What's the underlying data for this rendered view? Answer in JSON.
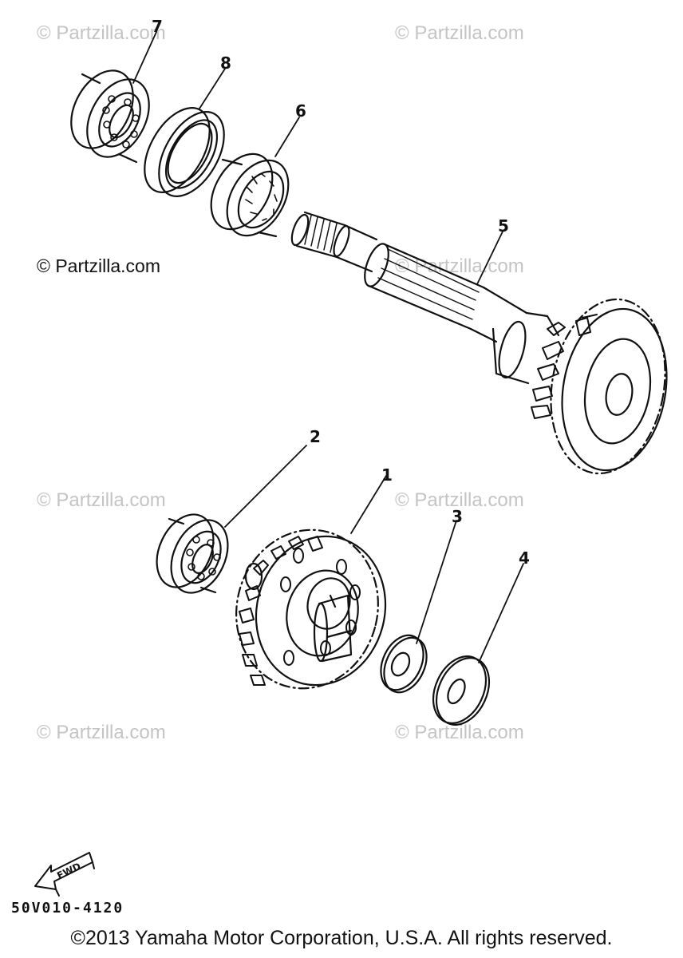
{
  "watermarks": {
    "top_left": "© Partzilla.com",
    "top_right": "© Partzilla.com",
    "upper_left_bold": "© Partzilla.com",
    "upper_mid": "© Partzilla.com",
    "mid_left": "© Partzilla.com",
    "mid_right": "© Partzilla.com",
    "low_left": "© Partzilla.com",
    "low_right": "© Partzilla.com"
  },
  "callouts": {
    "c1": "1",
    "c2": "2",
    "c3": "3",
    "c4": "4",
    "c5": "5",
    "c6": "6",
    "c7": "7",
    "c8": "8"
  },
  "fwd_label": "FWD",
  "diagram_code": "50V010-4120",
  "copyright": "©2013 Yamaha Motor Corporation, U.S.A. All rights reserved.",
  "colors": {
    "ink": "#111111",
    "watermark": "#c4c4c4"
  }
}
